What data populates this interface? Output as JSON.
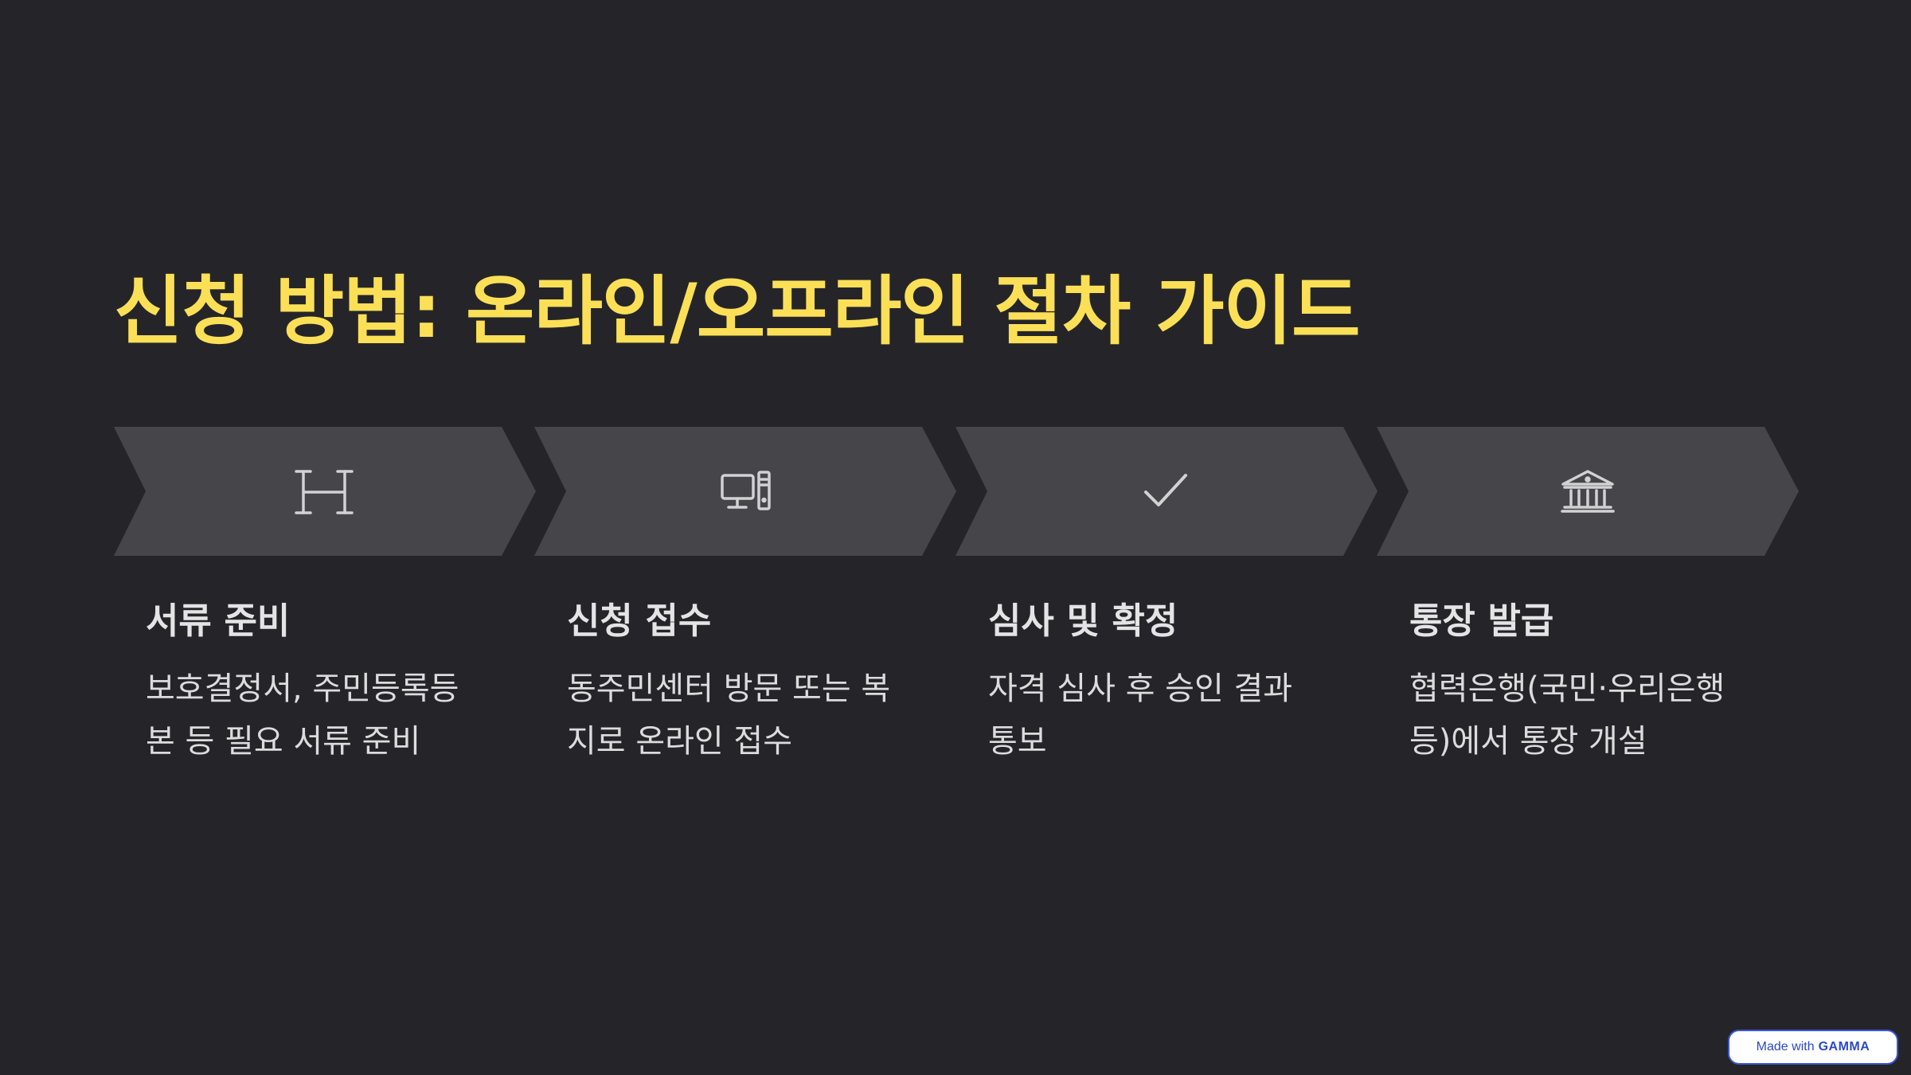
{
  "title": "신청 방법: 온라인/오프라인 절차 가이드",
  "colors": {
    "background": "#252529",
    "title": "#FBE057",
    "chevron": "#45454A",
    "icon": "#D2D2D4",
    "text": "#DCDCDE"
  },
  "steps": [
    {
      "icon": "hotel-h-icon",
      "title": "서류 준비",
      "description": "보호결정서, 주민등록등본 등 필요 서류 준비"
    },
    {
      "icon": "computer-icon",
      "title": "신청 접수",
      "description": "동주민센터 방문 또는 복지로 온라인 접수"
    },
    {
      "icon": "check-icon",
      "title": "심사 및 확정",
      "description": "자격 심사 후 승인 결과 통보"
    },
    {
      "icon": "bank-icon",
      "title": "통장 발급",
      "description": "협력은행(국민·우리은행 등)에서 통장 개설"
    }
  ],
  "badge": {
    "prefix": "Made with",
    "brand": "GAMMA"
  }
}
